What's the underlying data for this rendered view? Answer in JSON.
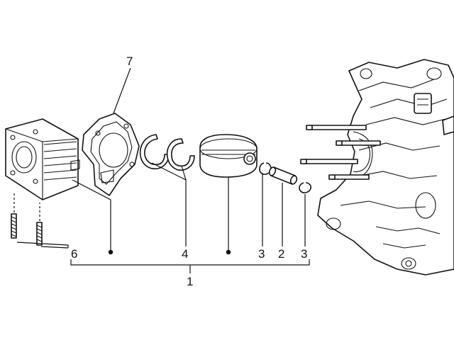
{
  "diagram": {
    "callouts": {
      "assembly": "1",
      "piston_pin": "2",
      "circlip_left": "3",
      "circlip_right": "3",
      "piston_rings": "4",
      "studs": "6",
      "head_gasket": "7"
    }
  }
}
